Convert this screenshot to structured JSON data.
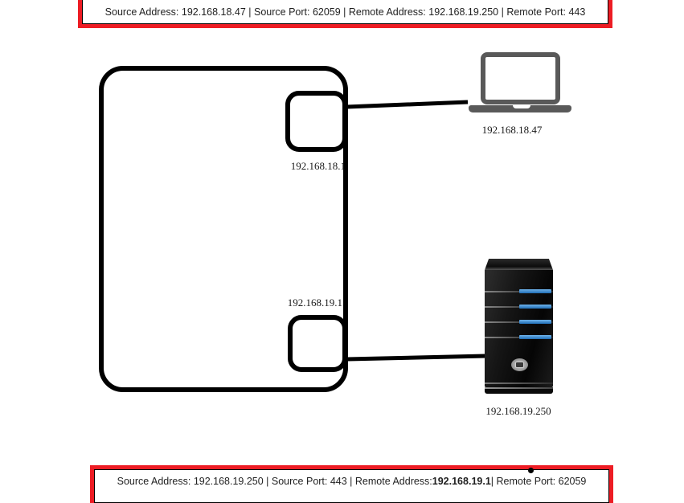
{
  "colors": {
    "accent_red": "#ed1c24",
    "line_black": "#000000",
    "laptop_gray": "#595959",
    "server_blue": "#1f6db5",
    "text": "#1f1f1f"
  },
  "top_banner": {
    "text": "Source Address: 192.168.18.47 | Source Port: 62059 | Remote Address: 192.168.19.250 | Remote Port: 443"
  },
  "bottom_banner": {
    "text_before": "Source Address: 192.168.19.250 | Source Port: 443 | Remote Address: ",
    "text_bold": "192.168.19.1",
    "text_after": " | Remote Port: 62059"
  },
  "router": {
    "interfaces": [
      {
        "label": "192.168.18.1"
      },
      {
        "label": "192.168.19.1"
      }
    ]
  },
  "devices": {
    "laptop": {
      "label": "192.168.18.47"
    },
    "server": {
      "label": "192.168.19.250"
    }
  }
}
